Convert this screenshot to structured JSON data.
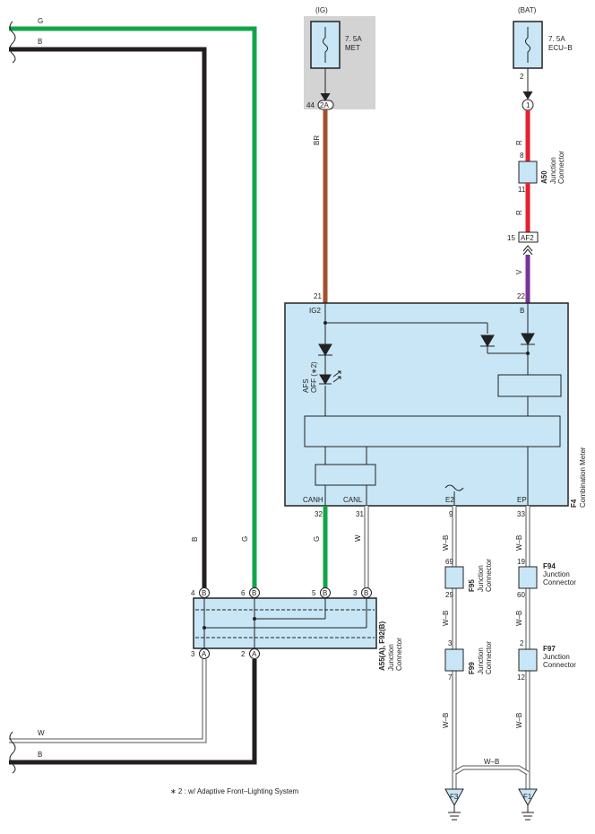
{
  "colors": {
    "wire_G": "#12a44a",
    "wire_B": "#231f20",
    "wire_BR": "#a0522d",
    "wire_R": "#e5202e",
    "wire_V": "#7b3294",
    "wire_W": "#ffffff",
    "component_fill": "#c8e6f5",
    "fuse_box_fill": "#d3d3d3"
  },
  "power": {
    "ig": "(IG)",
    "bat": "(BAT)",
    "fuse_met_rating": "7. 5A",
    "fuse_met_name": "MET",
    "fuse_ecub_rating": "7. 5A",
    "fuse_ecub_name": "ECU–B"
  },
  "left_wires": {
    "top_g": "G",
    "top_b": "B",
    "bottom_w": "W",
    "bottom_b": "B"
  },
  "connectors": {
    "c2a": "2A",
    "c2a_pin": "44",
    "c1": "1",
    "bat_pin": "2",
    "af2": "AF2",
    "af2_pin": "15"
  },
  "wire_labels": {
    "br": "BR",
    "r1": "R",
    "r2": "R",
    "v": "V",
    "left_b": "B",
    "left_g": "G",
    "canh_g": "G",
    "canl_w": "W",
    "e2_wb1": "W–B",
    "e2_wb2": "W–B",
    "e2_wb3": "W–B",
    "ep_wb1": "W–B",
    "ep_wb2": "W–B",
    "ep_wb3": "W–B",
    "bridge_wb": "W–B"
  },
  "a50": {
    "code": "A50",
    "line1": "Junction",
    "line2": "Connector",
    "pin_top": "8",
    "pin_bottom": "11"
  },
  "meter": {
    "code": "F4",
    "name": "Combination Meter",
    "ig2": "IG2",
    "b": "B",
    "canh": "CANH",
    "canl": "CANL",
    "e2": "E2",
    "ep": "EP",
    "pin_ig2": "21",
    "pin_b": "22",
    "pin_canh": "32",
    "pin_canl": "31",
    "pin_e2": "9",
    "pin_ep": "33",
    "afs_line1": "AFS",
    "afs_line2": "OFF (∗2)"
  },
  "a55": {
    "code": "A55(A), F92(B)",
    "line1": "Junction",
    "line2": "Connector",
    "pins_top": [
      "4",
      "6",
      "5",
      "3"
    ],
    "pins_bottom": [
      "3",
      "2"
    ],
    "letter_top": "B",
    "letter_bottom": "A"
  },
  "f95": {
    "code": "F95",
    "line1": "Junction",
    "line2": "Connector",
    "pin_top": "69",
    "pin_bottom": "29"
  },
  "f94": {
    "code": "F94",
    "line1": "Junction",
    "line2": "Connector",
    "pin_top": "19",
    "pin_bottom": "60"
  },
  "f99": {
    "code": "F99",
    "line1": "Junction",
    "line2": "Connector",
    "pin_top": "3",
    "pin_bottom": "7"
  },
  "f97": {
    "code": "F97",
    "line1": "Junction",
    "line2": "Connector",
    "pin_top": "2",
    "pin_bottom": "12"
  },
  "grounds": {
    "f3": "F3",
    "f1": "F1"
  },
  "footnote": "∗ 2 : w/ Adaptive Front–Lighting System"
}
